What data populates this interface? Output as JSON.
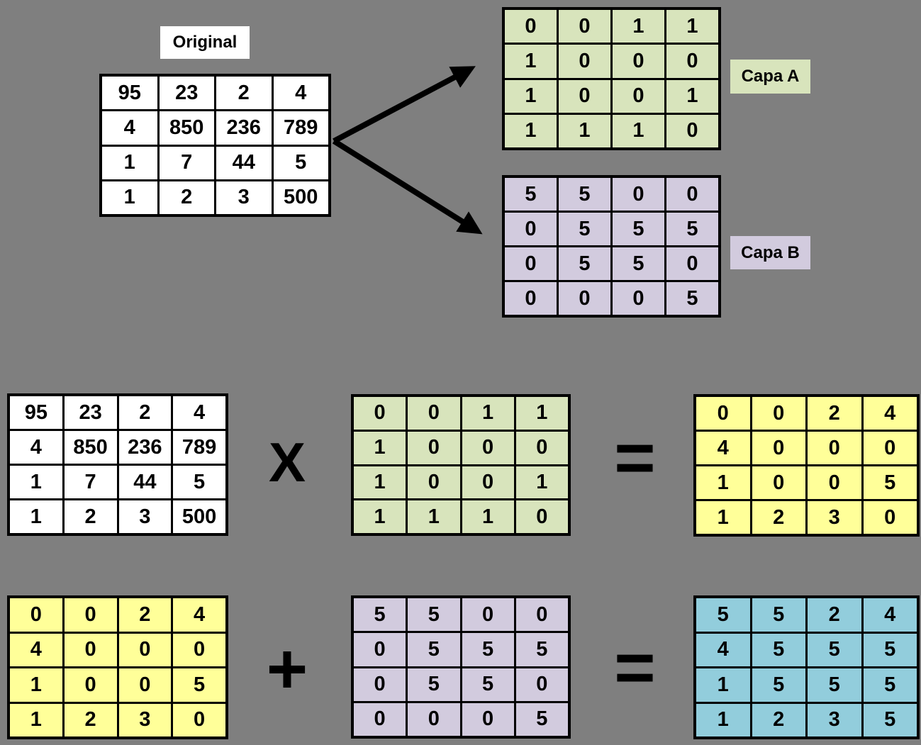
{
  "colors": {
    "background": "#7f7f7f",
    "border": "#000000",
    "text": "#000000",
    "white": "#ffffff",
    "green": "#d8e4bc",
    "purple": "#d2cbde",
    "yellow": "#ffff99",
    "blue": "#92cddc"
  },
  "labels": {
    "original": "Original",
    "capa_a": "Capa A",
    "capa_b": "Capa B"
  },
  "operators": {
    "multiply": "X",
    "equals": "=",
    "plus": "+"
  },
  "matrices": {
    "original": [
      [
        95,
        23,
        2,
        4
      ],
      [
        4,
        850,
        236,
        789
      ],
      [
        1,
        7,
        44,
        5
      ],
      [
        1,
        2,
        3,
        500
      ]
    ],
    "capa_a": [
      [
        0,
        0,
        1,
        1
      ],
      [
        1,
        0,
        0,
        0
      ],
      [
        1,
        0,
        0,
        1
      ],
      [
        1,
        1,
        1,
        0
      ]
    ],
    "capa_b": [
      [
        5,
        5,
        0,
        0
      ],
      [
        0,
        5,
        5,
        5
      ],
      [
        0,
        5,
        5,
        0
      ],
      [
        0,
        0,
        0,
        5
      ]
    ],
    "product": [
      [
        0,
        0,
        2,
        4
      ],
      [
        4,
        0,
        0,
        0
      ],
      [
        1,
        0,
        0,
        5
      ],
      [
        1,
        2,
        3,
        0
      ]
    ],
    "sum": [
      [
        5,
        5,
        2,
        4
      ],
      [
        4,
        5,
        5,
        5
      ],
      [
        1,
        5,
        5,
        5
      ],
      [
        1,
        2,
        3,
        5
      ]
    ]
  }
}
